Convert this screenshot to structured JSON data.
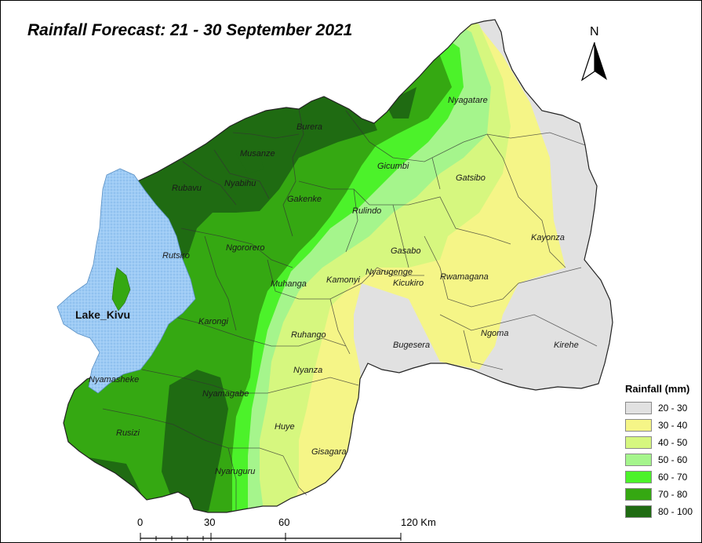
{
  "title": "Rainfall Forecast: 21 - 30 September 2021",
  "north_label": "N",
  "lake_label": "Lake_Kivu",
  "districts": {
    "nyagatare": "Nyagatare",
    "burera": "Burera",
    "musanze": "Musanze",
    "gicumbi": "Gicumbi",
    "gatsibo": "Gatsibo",
    "rubavu": "Rubavu",
    "nyabihu": "Nyabihu",
    "gakenke": "Gakenke",
    "rulindo": "Rulindo",
    "kayonza": "Kayonza",
    "rutsiro": "Rutsiro",
    "ngororero": "Ngororero",
    "gasabo": "Gasabo",
    "muhanga": "Muhanga",
    "kamonyi": "Kamonyi",
    "nyarugenge": "Nyarugenge",
    "kicukiro": "Kicukiro",
    "rwamagana": "Rwamagana",
    "karongi": "Karongi",
    "ruhango": "Ruhango",
    "ngoma": "Ngoma",
    "bugesera": "Bugesera",
    "kirehe": "Kirehe",
    "nyanza": "Nyanza",
    "nyamasheke": "Nyamasheke",
    "nyamagabe": "Nyamagabe",
    "huye": "Huye",
    "rusizi": "Rusizi",
    "gisagara": "Gisagara",
    "nyaruguru": "Nyaruguru"
  },
  "legend": {
    "title": "Rainfall (mm)",
    "items": [
      {
        "label": "20 - 30",
        "color": "#e1e1e1"
      },
      {
        "label": "30 - 40",
        "color": "#f5f587"
      },
      {
        "label": "40 - 50",
        "color": "#d6f77f"
      },
      {
        "label": "50 - 60",
        "color": "#a5f58c"
      },
      {
        "label": "60 - 70",
        "color": "#4cf22a"
      },
      {
        "label": "70 - 80",
        "color": "#35a812"
      },
      {
        "label": "80 - 100",
        "color": "#1f6b12"
      }
    ]
  },
  "lake_color": "#9ecbf5",
  "scale_bar": {
    "labels": [
      "0",
      "30",
      "60",
      "120 Km"
    ]
  }
}
